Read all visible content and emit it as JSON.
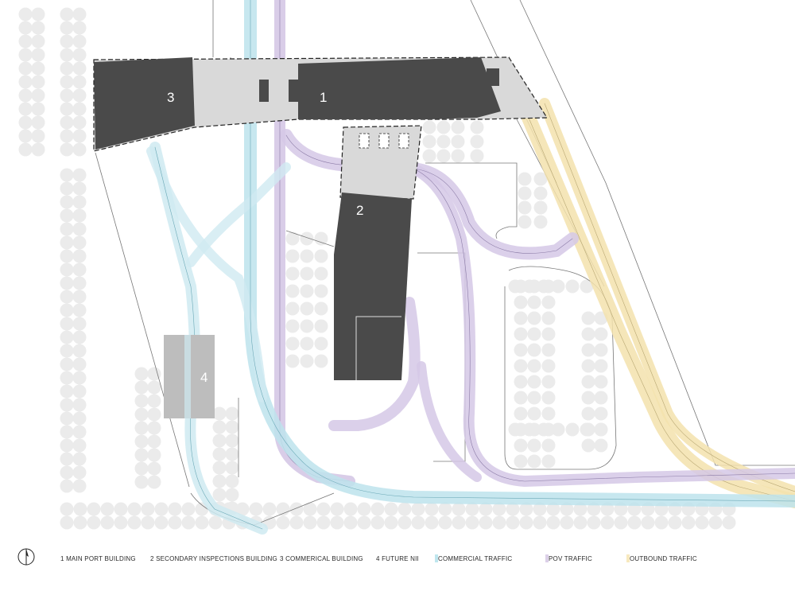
{
  "buildings": [
    {
      "id": "1",
      "label": "1"
    },
    {
      "id": "2",
      "label": "2"
    },
    {
      "id": "3",
      "label": "3"
    },
    {
      "id": "4",
      "label": "4"
    }
  ],
  "legend": {
    "items": [
      {
        "text": "1 MAIN PORT BUILDING"
      },
      {
        "text": "2 SECONDARY INSPECTIONS BUILDING"
      },
      {
        "text": "3 COMMERICAL BUILDING"
      },
      {
        "text": "4 FUTURE NII"
      },
      {
        "text": "COMMERCIAL TRAFFIC",
        "color": "#bfe6ee"
      },
      {
        "text": "POV TRAFFIC",
        "color": "#dcd0e8"
      },
      {
        "text": "OUTBOUND TRAFFIC",
        "color": "#f7e9bf"
      }
    ]
  },
  "colors": {
    "building": "#4a4a4a",
    "plaza": "#d9d9d9",
    "commercial": "#bfe6ee",
    "pov": "#dcd0e8",
    "outbound": "#f7e9bf",
    "tree": "#ebebeb"
  },
  "icons": {
    "north": "north-arrow-icon"
  }
}
